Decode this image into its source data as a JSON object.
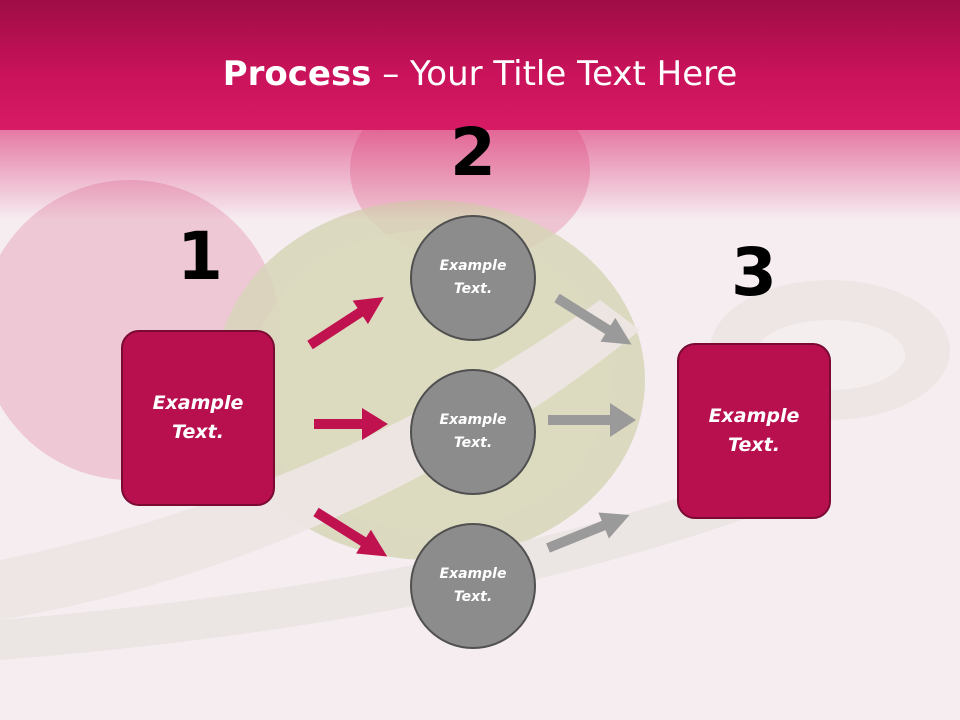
{
  "title": {
    "bold": "Process",
    "rest": " – Your Title Text Here"
  },
  "steps": [
    {
      "number": "1",
      "text": "Example\nText."
    },
    {
      "number": "2",
      "text": "Example\nText."
    },
    {
      "number": "3",
      "text": "Example\nText."
    }
  ],
  "circles": [
    {
      "text": "Example\nText."
    },
    {
      "text": "Example\nText."
    },
    {
      "text": "Example\nText."
    }
  ],
  "colors": {
    "accent": "#b80f4e",
    "header": "#c8125a",
    "arrow_in": "#c0124f",
    "arrow_out": "#9a9a9a",
    "circle": "#8c8c8c"
  }
}
